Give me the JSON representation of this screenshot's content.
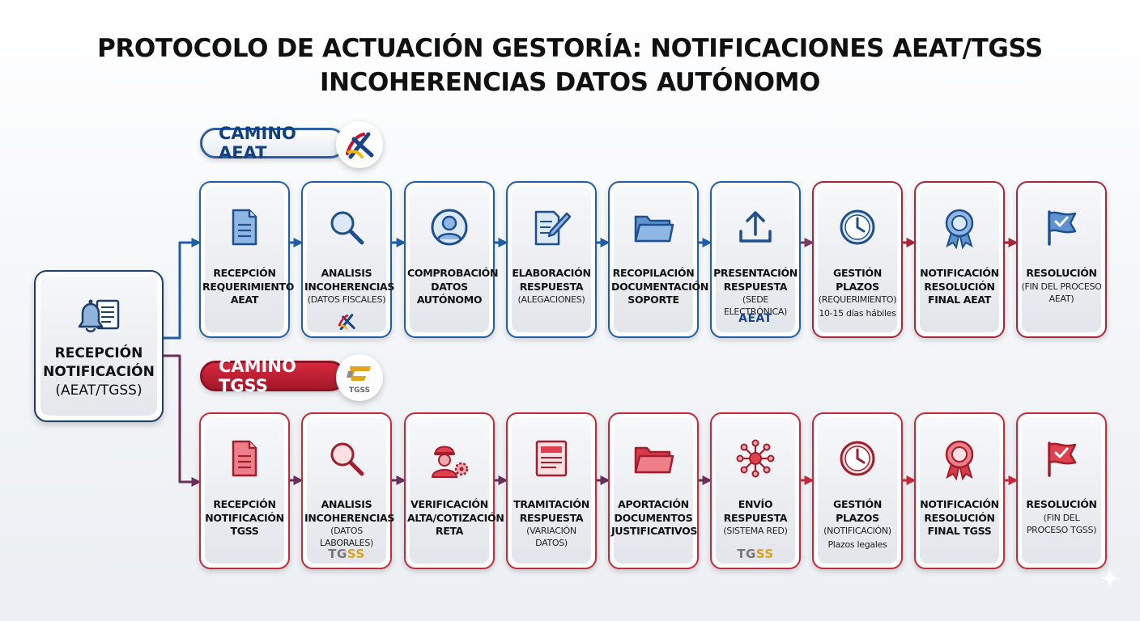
{
  "title": {
    "line1": "PROTOCOLO DE ACTUACIÓN GESTORÍA: NOTIFICACIONES AEAT/TGSS",
    "line2": "INCOHERENCIAS DATOS AUTÓNOMO"
  },
  "start": {
    "icon": "bell-document-icon",
    "line1": "RECEPCIÓN",
    "line2": "NOTIFICACIÓN",
    "line3": "(AEAT/TGSS)"
  },
  "aeat": {
    "label": "CAMINO AEAT",
    "badge_icon": "aeat-logo-icon",
    "colors": {
      "primary": "#1f5fa8",
      "transition": "#7a3a63",
      "final": "#a8273b"
    },
    "steps": [
      {
        "icon": "document-icon",
        "title": [
          "RECEPCIÓN",
          "REQUERIMIENTO",
          "AEAT"
        ],
        "sub": "",
        "note": "",
        "logo": ""
      },
      {
        "icon": "magnifier-icon",
        "title": [
          "ANALISIS",
          "INCOHERENCIAS"
        ],
        "sub": "(DATOS FISCALES)",
        "note": "",
        "logo": "aeat-small-logo"
      },
      {
        "icon": "user-circle-icon",
        "title": [
          "COMPROBACIÓN",
          "DATOS",
          "AUTÓNOMO"
        ],
        "sub": "",
        "note": "",
        "logo": ""
      },
      {
        "icon": "document-pen-icon",
        "title": [
          "ELABORACIÓN",
          "RESPUESTA"
        ],
        "sub": "(ALEGACIONES)",
        "note": "",
        "logo": ""
      },
      {
        "icon": "folder-icon",
        "title": [
          "RECOPILACIÓN",
          "DOCUMENTACIÓN",
          "SOPORTE"
        ],
        "sub": "",
        "note": "",
        "logo": ""
      },
      {
        "icon": "upload-icon",
        "title": [
          "PRESENTACIÓN",
          "RESPUESTA"
        ],
        "sub": "(SEDE ELECTRÓNICA)",
        "note": "",
        "logo": "AEAT"
      },
      {
        "icon": "clock-icon",
        "title": [
          "GESTIÓN",
          "PLAZOS"
        ],
        "sub": "(REQUERIMIENTO)",
        "note": "10-15 días hábiles",
        "logo": ""
      },
      {
        "icon": "award-ribbon-icon",
        "title": [
          "NOTIFICACIÓN",
          "RESOLUCIÓN",
          "FINAL AEAT"
        ],
        "sub": "",
        "note": "",
        "logo": ""
      },
      {
        "icon": "flag-check-icon",
        "title": [
          "RESOLUCIÓN"
        ],
        "sub": "(FIN DEL PROCESO AEAT)",
        "note": "",
        "logo": ""
      }
    ]
  },
  "tgss": {
    "label": "CAMINO TGSS",
    "badge_icon": "tgss-logo-icon",
    "badge_text": "TGSS",
    "colors": {
      "primary": "#c42b3c",
      "transition": "#6a2f5c"
    },
    "steps": [
      {
        "icon": "document-icon",
        "title": [
          "RECEPCIÓN",
          "NOTIFICACIÓN",
          "TGSS"
        ],
        "sub": "",
        "note": "",
        "logo": ""
      },
      {
        "icon": "magnifier-icon",
        "title": [
          "ANALISIS",
          "INCOHERENCIAS"
        ],
        "sub": "(DATOS LABORALES)",
        "note": "",
        "logo": "TGSS"
      },
      {
        "icon": "worker-gear-icon",
        "title": [
          "VERIFICACIÓN",
          "ALTA/COTIZACIÓN",
          "RETA"
        ],
        "sub": "",
        "note": "",
        "logo": ""
      },
      {
        "icon": "form-document-icon",
        "title": [
          "TRAMITACIÓN",
          "RESPUESTA"
        ],
        "sub": "(VARIACIÓN DATOS)",
        "note": "",
        "logo": ""
      },
      {
        "icon": "folder-icon",
        "title": [
          "APORTACIÓN",
          "DOCUMENTOS",
          "JUSTIFICATIVOS"
        ],
        "sub": "",
        "note": "",
        "logo": ""
      },
      {
        "icon": "network-icon",
        "title": [
          "ENVÍO",
          "RESPUESTA"
        ],
        "sub": "(SISTEMA RED)",
        "note": "",
        "logo": "TGSS"
      },
      {
        "icon": "clock-icon",
        "title": [
          "GESTIÓN",
          "PLAZOS"
        ],
        "sub": "(NOTIFICACIÓN)",
        "note": "Plazos legales",
        "logo": ""
      },
      {
        "icon": "award-ribbon-icon",
        "title": [
          "NOTIFICACIÓN",
          "RESOLUCIÓN",
          "FINAL TGSS"
        ],
        "sub": "",
        "note": "",
        "logo": ""
      },
      {
        "icon": "flag-check-icon",
        "title": [
          "RESOLUCIÓN"
        ],
        "sub": "(FIN DEL PROCESO TGSS)",
        "note": "",
        "logo": ""
      }
    ]
  }
}
